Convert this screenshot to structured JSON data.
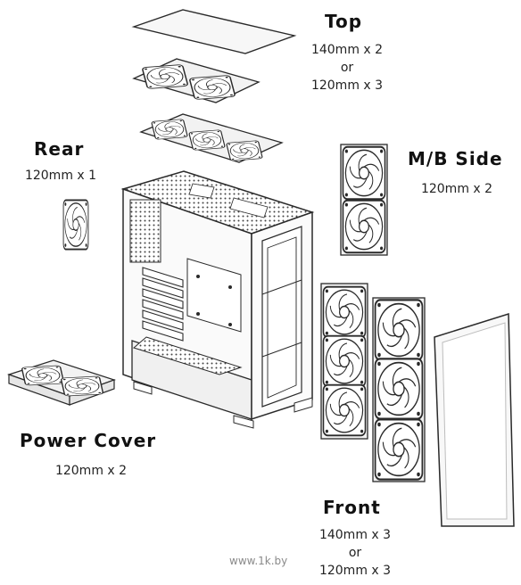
{
  "labels": {
    "top": {
      "heading": "Top",
      "line1": "140mm x 2",
      "line2": "or",
      "line3": "120mm x 3"
    },
    "rear": {
      "heading": "Rear",
      "line1": "120mm x 1"
    },
    "mb": {
      "heading": "M/B Side",
      "line1": "120mm x 2"
    },
    "psu": {
      "heading": "Power Cover",
      "line1": "120mm x 2"
    },
    "front": {
      "heading": "Front",
      "line1": "140mm x 3",
      "line2": "or",
      "line3": "120mm x 3"
    }
  },
  "watermark": "www.1k.by",
  "colors": {
    "line": "#2a2a2a",
    "panel": "#f4f4f4",
    "fan": "#ffffff",
    "dark": "#3a3a3a"
  }
}
